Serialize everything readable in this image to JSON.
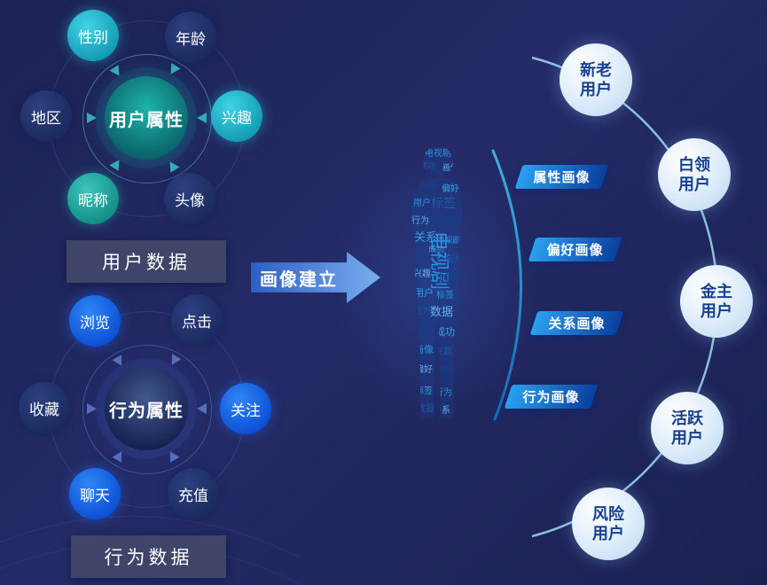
{
  "colors": {
    "background_top": "#1c2253",
    "background_mid": "#242b67",
    "accent_cyan": "#3fd4e4",
    "accent_teal": "#3cc6ba",
    "accent_blue": "#2f86f5",
    "navy_node": "#1a2a5e",
    "tag_gradient_start": "#2ba0f0",
    "tag_gradient_end": "#0a3f9e",
    "segment_text": "#17418f",
    "arc_color": "#9fdcf2"
  },
  "user_cluster": {
    "center_label": "用户属性",
    "data_label": "用户数据",
    "satellites": [
      {
        "label": "性别"
      },
      {
        "label": "年龄"
      },
      {
        "label": "地区"
      },
      {
        "label": "兴趣"
      },
      {
        "label": "昵称"
      },
      {
        "label": "头像"
      }
    ]
  },
  "behavior_cluster": {
    "center_label": "行为属性",
    "data_label": "行为数据",
    "satellites": [
      {
        "label": "浏览"
      },
      {
        "label": "点击"
      },
      {
        "label": "收藏"
      },
      {
        "label": "关注"
      },
      {
        "label": "聊天"
      },
      {
        "label": "充值"
      }
    ]
  },
  "transform_arrow": {
    "label": "画像建立"
  },
  "profile_tags": [
    {
      "label": "属性画像"
    },
    {
      "label": "偏好画像"
    },
    {
      "label": "关系画像"
    },
    {
      "label": "行为画像"
    }
  ],
  "segments": [
    {
      "label": "新老用户"
    },
    {
      "label": "白领用户"
    },
    {
      "label": "金主用户"
    },
    {
      "label": "活跃用户"
    },
    {
      "label": "风险用户"
    }
  ],
  "word_cloud": {
    "words": [
      "电视剧",
      "成功",
      "画像",
      "兴趣",
      "偏好",
      "用户",
      "标签",
      "行为",
      "数据",
      "关系"
    ]
  }
}
